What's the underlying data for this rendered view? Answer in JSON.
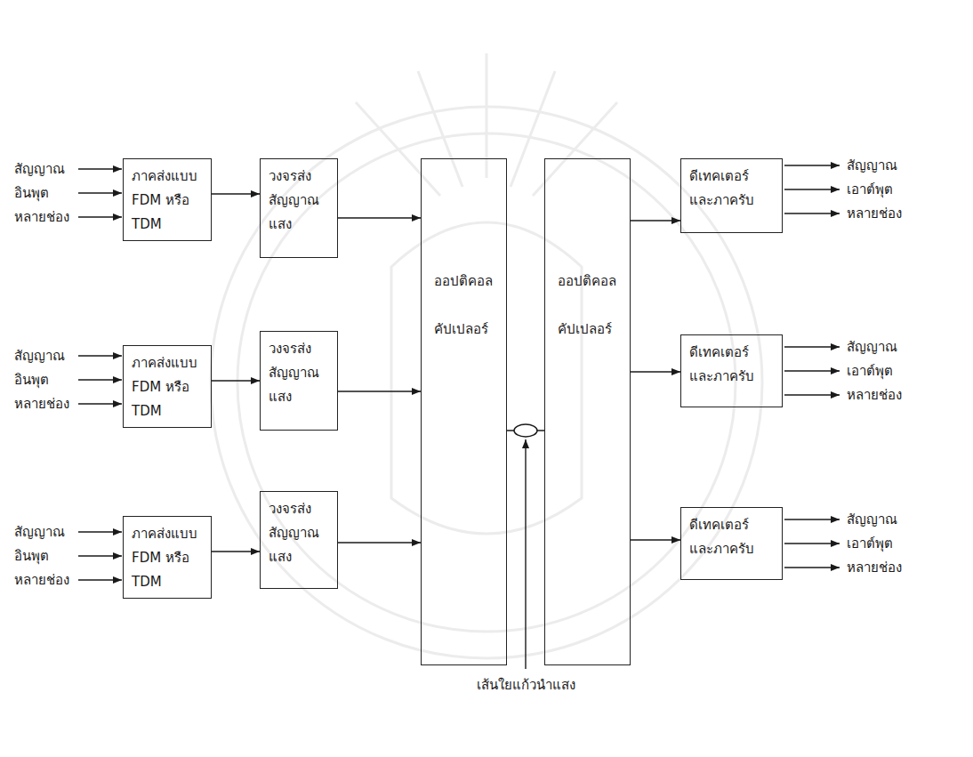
{
  "diagram": {
    "nodes": [
      {
        "text": [
          "ภาคส่งแบบ FDM หรือ TDM"
        ]
      },
      {
        "text": [
          "ภาคส่งแบบ FDM หรือ TDM"
        ]
      },
      {
        "text": [
          "ภาคส่งแบบ FDM หรือ TDM"
        ]
      },
      {
        "text": [
          "วงจรส่ง สัญญาณ แสง"
        ]
      },
      {
        "text": [
          "วงจรส่ง สัญญาณ แสง"
        ]
      },
      {
        "text": [
          "วงจรส่ง สัญญาณ แสง"
        ]
      },
      {
        "text": [
          "ออปติคอล คัปเปลอร์"
        ]
      },
      {
        "text": [
          "ออปติคอล คัปเปลอร์"
        ]
      },
      {
        "text": [
          "ดีเทคเตอร์ และภาครับ"
        ]
      },
      {
        "text": [
          "ดีเทคเตอร์ และภาครับ"
        ]
      },
      {
        "text": [
          "ดีเทคเตอร์ และภาครับ"
        ]
      }
    ],
    "edges": [
      {
        "from": 0,
        "to": 3,
        "arrow": "to"
      },
      {
        "from": 1,
        "to": 4,
        "arrow": "to"
      },
      {
        "from": 2,
        "to": 5,
        "arrow": "to"
      },
      {
        "from": 3,
        "to": 6,
        "arrow": "to"
      },
      {
        "from": 4,
        "to": 6,
        "arrow": "to"
      },
      {
        "from": 5,
        "to": 6,
        "arrow": "to"
      },
      {
        "from": 6,
        "to": 7,
        "arrow": "none"
      },
      {
        "from": 7,
        "to": 8,
        "arrow": "to"
      },
      {
        "from": 7,
        "to": 9,
        "arrow": "to"
      },
      {
        "from": 7,
        "to": 10,
        "arrow": "to"
      }
    ],
    "labels": [
      "สัญญาณ",
      "อินพุต",
      "หลายช่อง",
      "สัญญาณ",
      "อินพุต",
      "หลายช่อง",
      "สัญญาณ",
      "อินพุต",
      "หลายช่อง",
      "สัญญาณ",
      "เอาต์พุต",
      "หลายช่อง",
      "สัญญาณ",
      "เอาต์พุต",
      "หลายช่อง",
      "สัญญาณ",
      "เอาต์พุต",
      "หลายช่อง",
      "เส้นใยแก้วนำแสง"
    ]
  }
}
